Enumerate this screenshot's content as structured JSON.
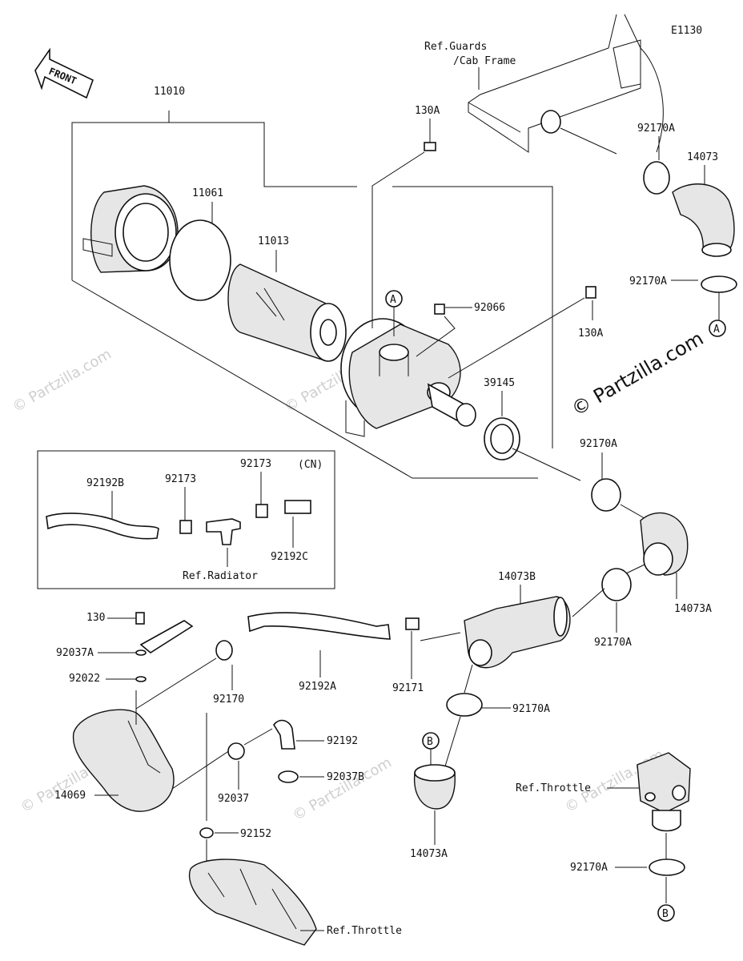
{
  "diagram_code": "E1130",
  "front_label": "FRONT",
  "watermark": "© Partzilla.com",
  "main_watermark": "© Partzilla.com",
  "labels": {
    "p11010": "11010",
    "p11061": "11061",
    "p11013": "11013",
    "p130A_1": "130A",
    "p130A_2": "130A",
    "p92066": "92066",
    "p39145": "39145",
    "p92170A_1": "92170A",
    "p92170A_2": "92170A",
    "p92170A_3": "92170A",
    "p92170A_4": "92170A",
    "p92170A_5": "92170A",
    "p92170A_6": "92170A",
    "p14073": "14073",
    "p14073A_1": "14073A",
    "p14073A_2": "14073A",
    "p14073B": "14073B",
    "p92192B": "92192B",
    "p92173_1": "92173",
    "p92173_2": "92173",
    "cn": "(CN)",
    "p92192C": "92192C",
    "ref_radiator": "Ref.Radiator",
    "p130": "130",
    "p92037A": "92037A",
    "p92022": "92022",
    "p92170": "92170",
    "p92192A": "92192A",
    "p92171": "92171",
    "p92192": "92192",
    "p92037B": "92037B",
    "p92037": "92037",
    "p14069": "14069",
    "p92152": "92152",
    "ref_throttle_1": "Ref.Throttle",
    "ref_throttle_2": "Ref.Throttle",
    "ref_guards_1": "Ref.Guards",
    "ref_guards_2": "/Cab Frame",
    "callout_A_1": "A",
    "callout_A_2": "A",
    "callout_B_1": "B",
    "callout_B_2": "B"
  }
}
